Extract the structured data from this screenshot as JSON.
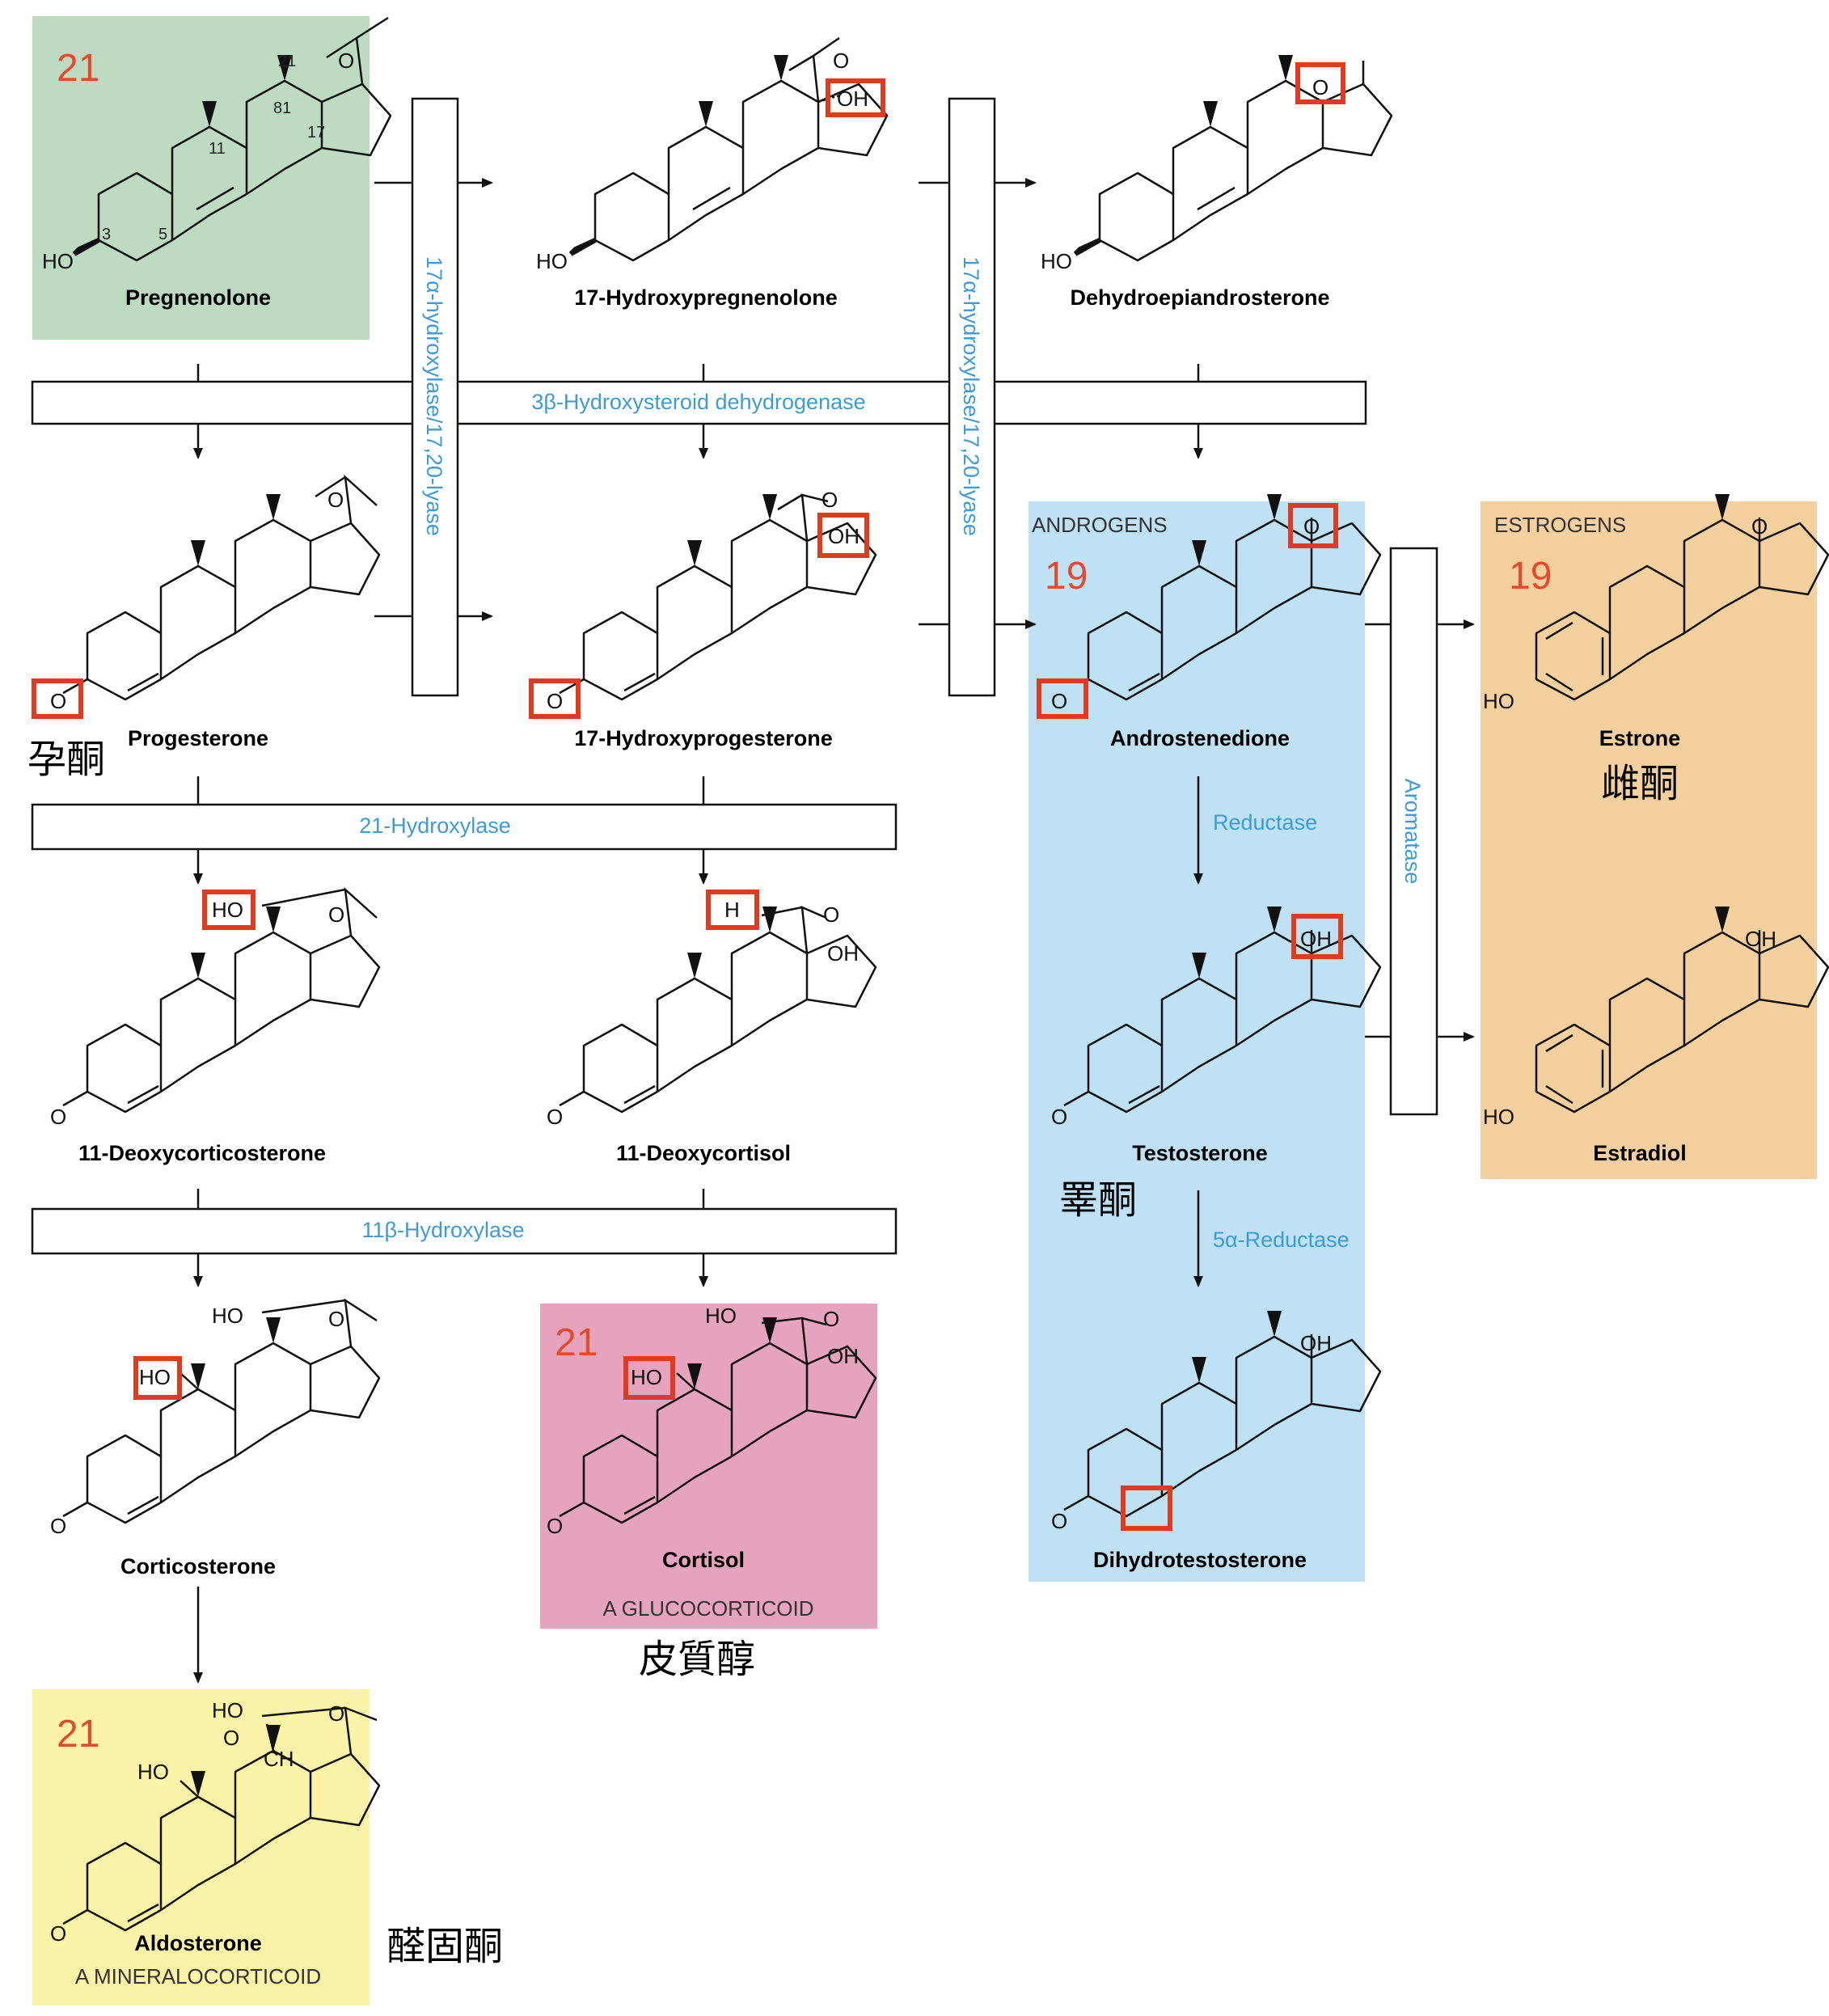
{
  "colors": {
    "c21_box": "#bddbc0",
    "glucocorticoid_box": "#e6a3bd",
    "mineralocorticoid_box": "#fbf3a8",
    "androgen_box": "#bfe1f4",
    "estrogen_box": "#f4d09f",
    "enzyme_text": "#3d9bd6",
    "carbon_count": "#e64a2e",
    "highlight": "#e23a1f"
  },
  "groups": {
    "androgens": "ANDROGENS",
    "estrogens": "ESTROGENS",
    "glucocorticoid": "A GLUCOCORTICOID",
    "mineralocorticoid": "A MINERALOCORTICOID",
    "carbons_21": "21",
    "carbons_19": "19"
  },
  "enzymes": {
    "hydroxylase_lyase": "17α-hydroxylase/17,20-lyase",
    "hsd3b": "3β-Hydroxysteroid dehydrogenase",
    "hydroxylase21": "21-Hydroxylase",
    "hydroxylase11b": "11β-Hydroxylase",
    "reductase": "Reductase",
    "reductase5a": "5α-Reductase",
    "aromatase": "Aromatase"
  },
  "molecules": {
    "pregnenolone": "Pregnenolone",
    "hydroxypregnenolone": "17-Hydroxypregnenolone",
    "dhea": "Dehydroepiandrosterone",
    "progesterone": "Progesterone",
    "hydroxyprogesterone": "17-Hydroxyprogesterone",
    "androstenedione": "Androstenedione",
    "estrone": "Estrone",
    "deoxycorticosterone": "11-Deoxycorticosterone",
    "deoxycortisol": "11-Deoxycortisol",
    "testosterone": "Testosterone",
    "estradiol": "Estradiol",
    "corticosterone": "Corticosterone",
    "cortisol": "Cortisol",
    "dht": "Dihydrotestosterone",
    "aldosterone": "Aldosterone"
  },
  "chinese": {
    "progesterone": "孕酮",
    "estrone": "雌酮",
    "testosterone": "睪酮",
    "cortisol": "皮質醇",
    "aldosterone": "醛固酮"
  },
  "atoms": {
    "ho": "HO",
    "oh": "OH",
    "o": "O",
    "h": "H",
    "ch": "CH"
  },
  "numbering": {
    "c3": "3",
    "c5": "5",
    "c11": "11",
    "c17": "17",
    "c21": "21",
    "c18": "81"
  }
}
